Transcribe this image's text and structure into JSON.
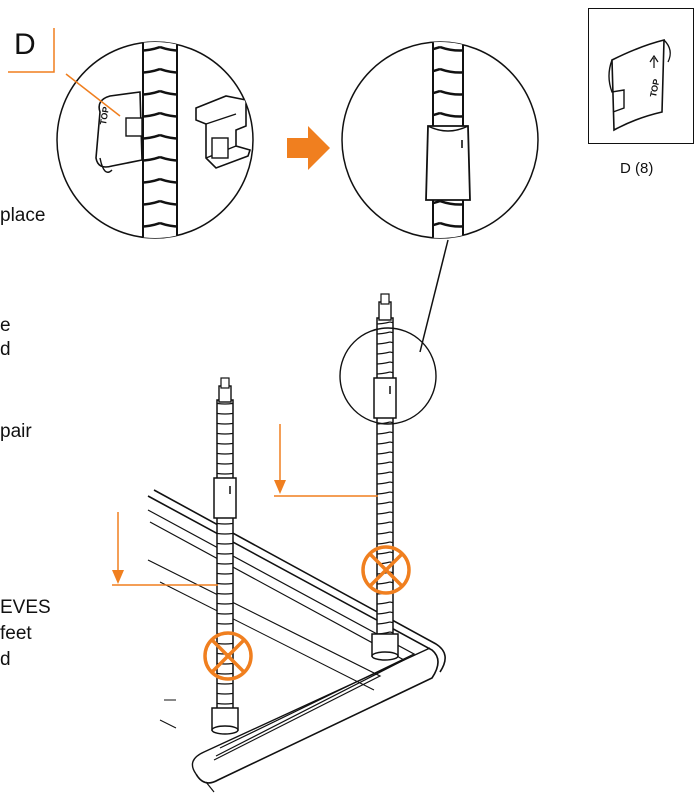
{
  "step": {
    "letter": "D"
  },
  "part_reference": {
    "caption": "D (8)",
    "label": "TOP"
  },
  "detail_left": {
    "label": "TOP"
  },
  "text_fragments": [
    "place",
    "e",
    "d",
    "pair",
    "EVES",
    "feet",
    "d"
  ],
  "colors": {
    "accent": "#f07f1f",
    "line": "#111111",
    "background": "#ffffff"
  },
  "icons": [
    "right-arrow-icon",
    "down-arrow-icon",
    "no-symbol-icon"
  ]
}
